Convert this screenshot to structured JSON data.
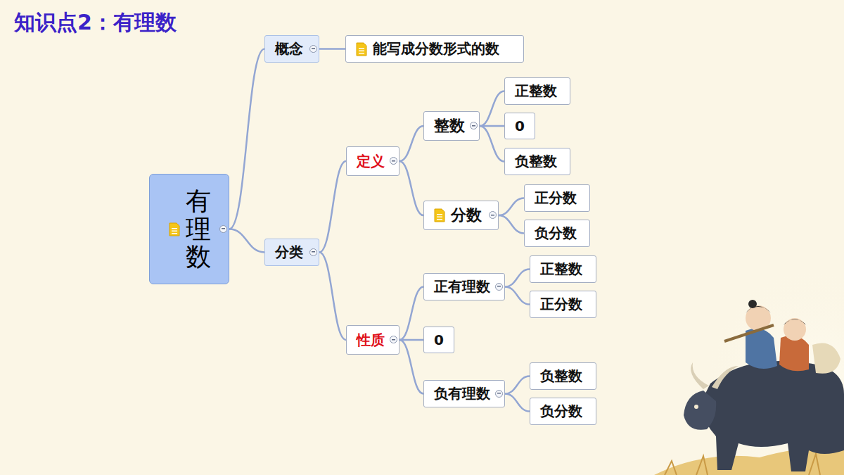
{
  "diagram": {
    "title": "知识点2：有理数",
    "nodes": [
      {
        "text": [
          "有理数"
        ]
      },
      {
        "text": [
          "概念"
        ]
      },
      {
        "text": [
          "能写成分数形式的数"
        ]
      },
      {
        "text": [
          "分类"
        ]
      },
      {
        "text": [
          "定义"
        ]
      },
      {
        "text": [
          "整数"
        ]
      },
      {
        "text": [
          "正整数"
        ]
      },
      {
        "text": [
          "0"
        ]
      },
      {
        "text": [
          "负整数"
        ]
      },
      {
        "text": [
          "分数"
        ]
      },
      {
        "text": [
          "正分数"
        ]
      },
      {
        "text": [
          "负分数"
        ]
      },
      {
        "text": [
          "性质"
        ]
      },
      {
        "text": [
          "正有理数"
        ]
      },
      {
        "text": [
          "正整数"
        ]
      },
      {
        "text": [
          "正分数"
        ]
      },
      {
        "text": [
          "0"
        ]
      },
      {
        "text": [
          "负有理数"
        ]
      },
      {
        "text": [
          "负整数"
        ]
      },
      {
        "text": [
          "负分数"
        ]
      }
    ],
    "edges": [
      {
        "from": 0,
        "to": 1,
        "arrow": "none"
      },
      {
        "from": 1,
        "to": 2,
        "arrow": "none"
      },
      {
        "from": 0,
        "to": 3,
        "arrow": "none"
      },
      {
        "from": 3,
        "to": 4,
        "arrow": "none"
      },
      {
        "from": 3,
        "to": 12,
        "arrow": "none"
      },
      {
        "from": 4,
        "to": 5,
        "arrow": "none"
      },
      {
        "from": 4,
        "to": 9,
        "arrow": "none"
      },
      {
        "from": 5,
        "to": 6,
        "arrow": "none"
      },
      {
        "from": 5,
        "to": 7,
        "arrow": "none"
      },
      {
        "from": 5,
        "to": 8,
        "arrow": "none"
      },
      {
        "from": 9,
        "to": 10,
        "arrow": "none"
      },
      {
        "from": 9,
        "to": 11,
        "arrow": "none"
      },
      {
        "from": 12,
        "to": 13,
        "arrow": "none"
      },
      {
        "from": 12,
        "to": 16,
        "arrow": "none"
      },
      {
        "from": 12,
        "to": 17,
        "arrow": "none"
      },
      {
        "from": 13,
        "to": 14,
        "arrow": "none"
      },
      {
        "from": 13,
        "to": 15,
        "arrow": "none"
      },
      {
        "from": 17,
        "to": 18,
        "arrow": "none"
      },
      {
        "from": 17,
        "to": 19,
        "arrow": "none"
      }
    ]
  }
}
